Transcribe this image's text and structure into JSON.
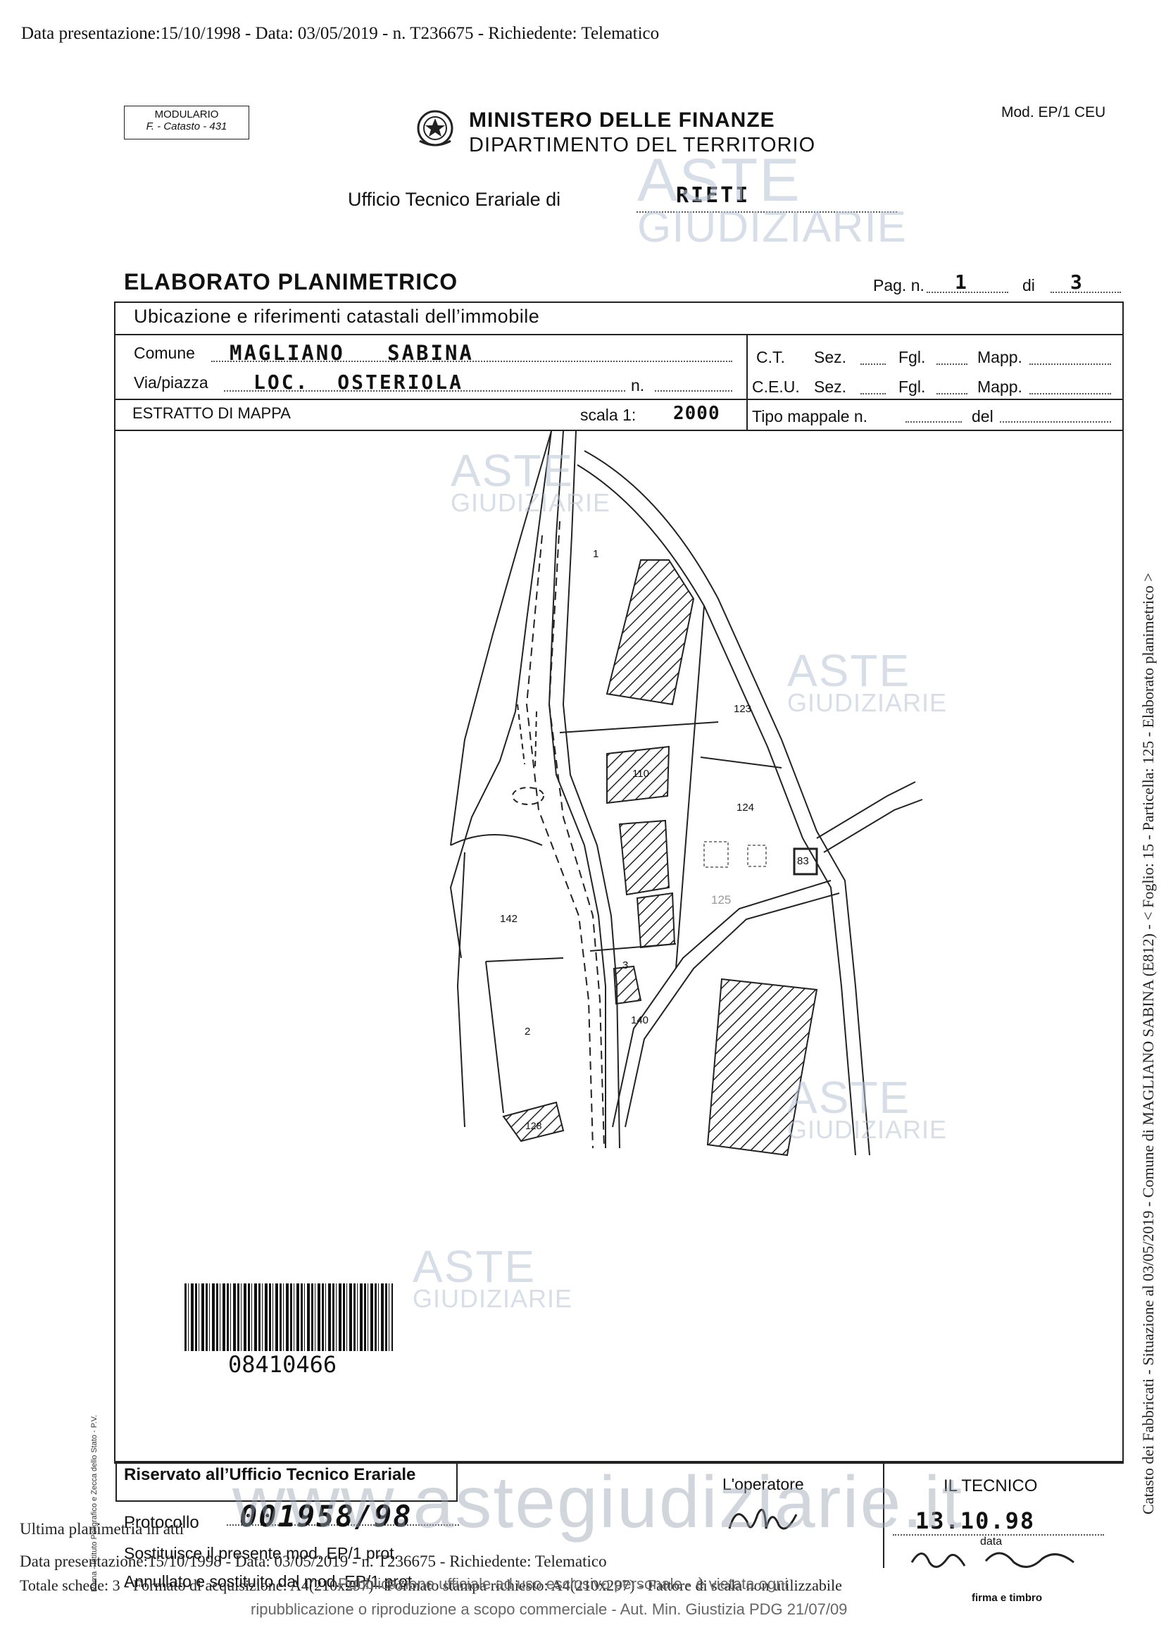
{
  "header_line": "Data presentazione:15/10/1998 - Data: 03/05/2019 - n. T236675 - Richiedente: Telematico",
  "modulario": {
    "line1": "MODULARIO",
    "line2": "F. - Catasto - 431"
  },
  "ministry": {
    "line1": "MINISTERO DELLE FINANZE",
    "line2": "DIPARTIMENTO DEL TERRITORIO"
  },
  "model_code": "Mod. EP/1 CEU",
  "office": {
    "label": "Ufficio Tecnico Erariale di",
    "value": "RIETI"
  },
  "doc_title": "ELABORATO PLANIMETRICO",
  "page": {
    "label": "Pag. n.",
    "number": "1",
    "of_label": "di",
    "total": "3"
  },
  "section_title": "Ubicazione e riferimenti catastali dell’immobile",
  "comune": {
    "label": "Comune",
    "value": "MAGLIANO SABINA"
  },
  "via": {
    "label": "Via/piazza",
    "value": "LOC. OSTERIOLA",
    "n_label": "n."
  },
  "ct": {
    "label": "C.T.",
    "sez": "Sez.",
    "fgl": "Fgl.",
    "mapp": "Mapp."
  },
  "ceu": {
    "label": "C.E.U.",
    "sez": "Sez.",
    "fgl": "Fgl.",
    "mapp": "Mapp."
  },
  "estratto": {
    "label": "ESTRATTO DI MAPPA",
    "scala_label": "scala 1:",
    "scala_value": "2000"
  },
  "tipo": {
    "label": "Tipo mappale n.",
    "del": "del"
  },
  "parcels": [
    "1",
    "110",
    "123",
    "124",
    "83",
    "125",
    "142",
    "3",
    "140",
    "2",
    "128"
  ],
  "barcode_number": "08410466",
  "printer_side": "Roma - Istituto Poligrafico e Zecca dello Stato - P.V.",
  "side_text": "Catasto dei Fabbricati - Situazione al 03/05/2019 - Comune di MAGLIANO SABINA (E812) - < Foglio: 15 - Particella: 125 - Elaborato planimetrico >",
  "watermark": {
    "line1": "ASTE",
    "line2": "GIUDIZIARIE"
  },
  "watermark_site": "www.astegiudiziarie.it",
  "reserved": {
    "title": "Riservato all’Ufficio Tecnico Erariale",
    "protocollo_label": "Protocollo",
    "protocollo_value": "001958/98",
    "sostituisce": "Sostituisce il presente mod. EP/1 prot.",
    "annullato": "Annullato e sostituito dal mod. EP/1 prot.",
    "operatore": "L'operatore"
  },
  "tecnico": {
    "title": "IL TECNICO",
    "date": "13.10.98",
    "data_label": "data",
    "firma_label": "firma e timbro"
  },
  "footer": {
    "ultima": "Ultima planimetria in atti",
    "line2": "Data presentazione:15/10/1998 - Data: 03/05/2019 - n. T236675 - Richiedente: Telematico",
    "line3": "Totale schede: 3 - Formato di acquisizione: A4(210x297) - Formato stampa richiesto: A4(210x297) - Fattore di scala non utilizzabile",
    "overlay": "Pubblicazione ufficiale ad uso esclusivo personale - è vietata ogni",
    "line4": "ripubblicazione o riproduzione a scopo commerciale - Aut. Min. Giustizia PDG 21/07/09"
  }
}
